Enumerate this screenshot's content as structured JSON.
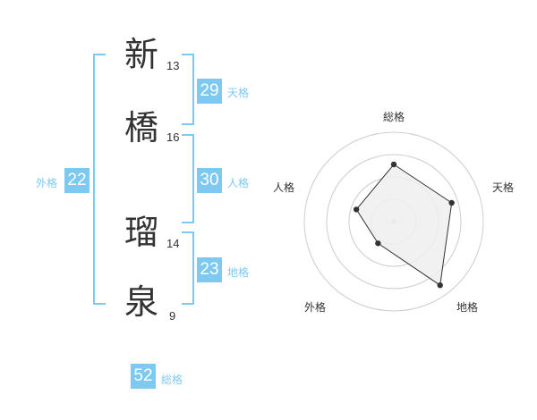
{
  "name": {
    "chars": [
      {
        "char": "新",
        "strokes": "13"
      },
      {
        "char": "橋",
        "strokes": "16"
      },
      {
        "char": "瑠",
        "strokes": "14"
      },
      {
        "char": "泉",
        "strokes": "9"
      }
    ]
  },
  "fortunes": {
    "tenkaku": {
      "value": "29",
      "label": "天格"
    },
    "jinkaku": {
      "value": "30",
      "label": "人格"
    },
    "chikaku": {
      "value": "23",
      "label": "地格"
    },
    "gaikaku": {
      "value": "22",
      "label": "外格"
    },
    "soukaku": {
      "value": "52",
      "label": "総格"
    }
  },
  "chart_data": {
    "type": "radar",
    "axes": [
      "総格",
      "天格",
      "地格",
      "外格",
      "人格"
    ],
    "max": 5,
    "rings": 4,
    "values": [
      3.2,
      3.4,
      4.4,
      1.5,
      2.2
    ],
    "colors": {
      "fill": "#eeeeee",
      "line": "#333333",
      "grid": "#cccccc",
      "point": "#333333"
    }
  }
}
